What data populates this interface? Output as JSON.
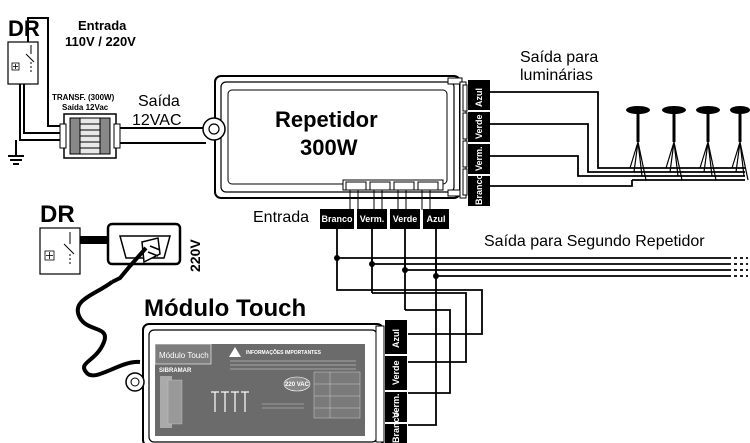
{
  "labels": {
    "dr_top": "DR",
    "entrada_top_line1": "Entrada",
    "entrada_top_line2": "110V / 220V",
    "transf_line1": "TRANSF. (300W)",
    "transf_line2": "Saída 12Vac",
    "saida_line1": "Saída",
    "saida_line2": "12VAC",
    "repetidor_line1": "Repetidor",
    "repetidor_line2": "300W",
    "saida_luminarias_line1": "Saída para",
    "saida_luminarias_line2": "luminárias",
    "entrada_repetidor": "Entrada",
    "saida_segundo": "Saída para Segundo Repetidor",
    "dr_bottom": "DR",
    "v220_bottom": "220V",
    "modulo_touch": "Módulo Touch",
    "panel_title": "Módulo Touch",
    "panel_info_title": "INFORMAÇÕES IMPORTANTES",
    "panel_brand": "SIBRAMAR",
    "panel_voltage": "220 VAC"
  },
  "terminals": {
    "repetidor_side": [
      "Azul",
      "Verde",
      "Verm.",
      "Branco"
    ],
    "repetidor_bottom": [
      "Branco",
      "Verm.",
      "Verde",
      "Azul"
    ],
    "modulo_side": [
      "Azul",
      "Verde",
      "Verm.",
      "Branco"
    ]
  },
  "colors": {
    "line": "#000000",
    "terminal_fill": "#000000",
    "panel_fill": "#6b6b6b"
  }
}
